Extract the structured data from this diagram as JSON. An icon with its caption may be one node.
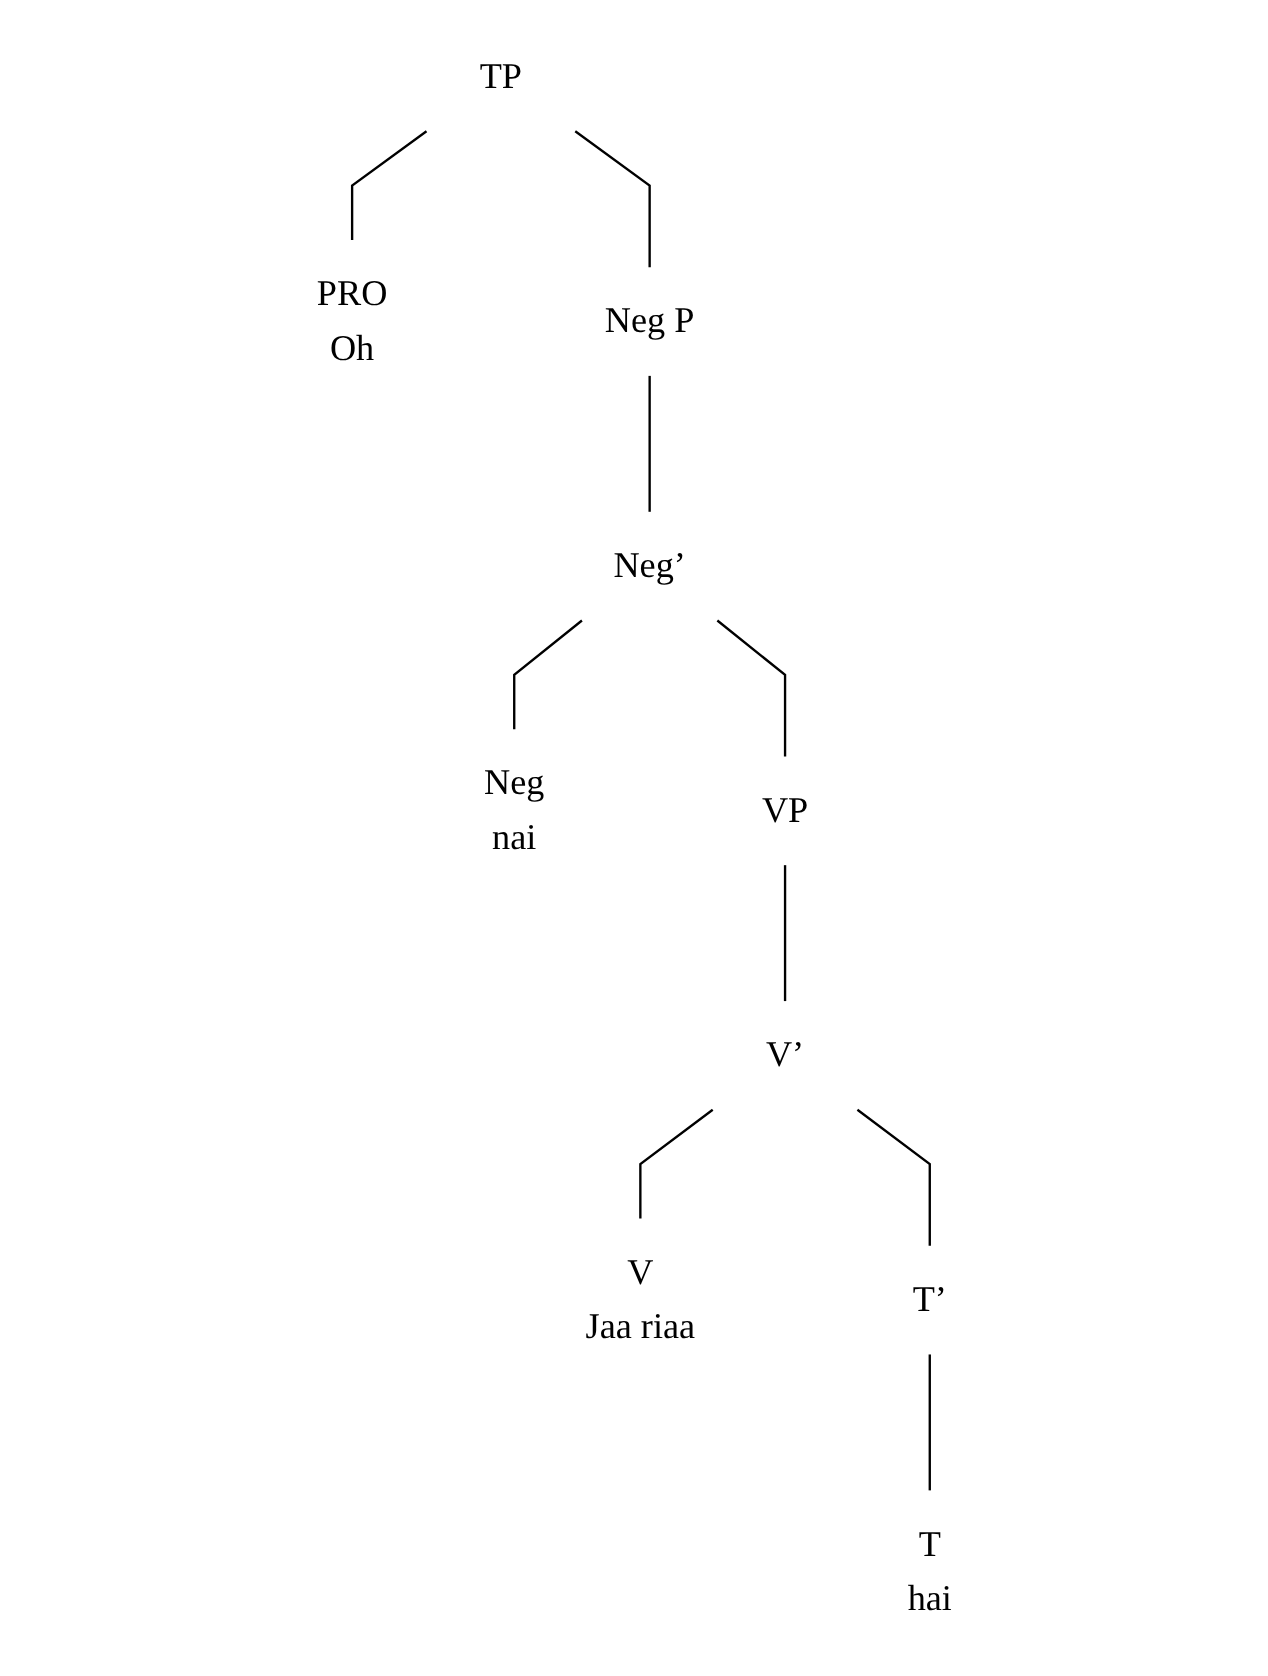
{
  "diagram": {
    "nodes": [
      {
        "text": [
          "TP"
        ]
      },
      {
        "text": [
          "PRO",
          "Oh"
        ]
      },
      {
        "text": [
          "Neg P"
        ]
      },
      {
        "text": [
          "Neg’"
        ]
      },
      {
        "text": [
          "Neg",
          "nai"
        ]
      },
      {
        "text": [
          "VP"
        ]
      },
      {
        "text": [
          "V’"
        ]
      },
      {
        "text": [
          "V",
          "Jaa riaa"
        ]
      },
      {
        "text": [
          "T’"
        ]
      },
      {
        "text": [
          "T",
          "hai"
        ]
      }
    ],
    "edges": [
      {
        "from": 0,
        "to": 1,
        "arrow": "none"
      },
      {
        "from": 0,
        "to": 2,
        "arrow": "none"
      },
      {
        "from": 2,
        "to": 3,
        "arrow": "none"
      },
      {
        "from": 3,
        "to": 4,
        "arrow": "none"
      },
      {
        "from": 3,
        "to": 5,
        "arrow": "none"
      },
      {
        "from": 5,
        "to": 6,
        "arrow": "none"
      },
      {
        "from": 6,
        "to": 7,
        "arrow": "none"
      },
      {
        "from": 6,
        "to": 8,
        "arrow": "none"
      },
      {
        "from": 8,
        "to": 9,
        "arrow": "none"
      }
    ]
  }
}
